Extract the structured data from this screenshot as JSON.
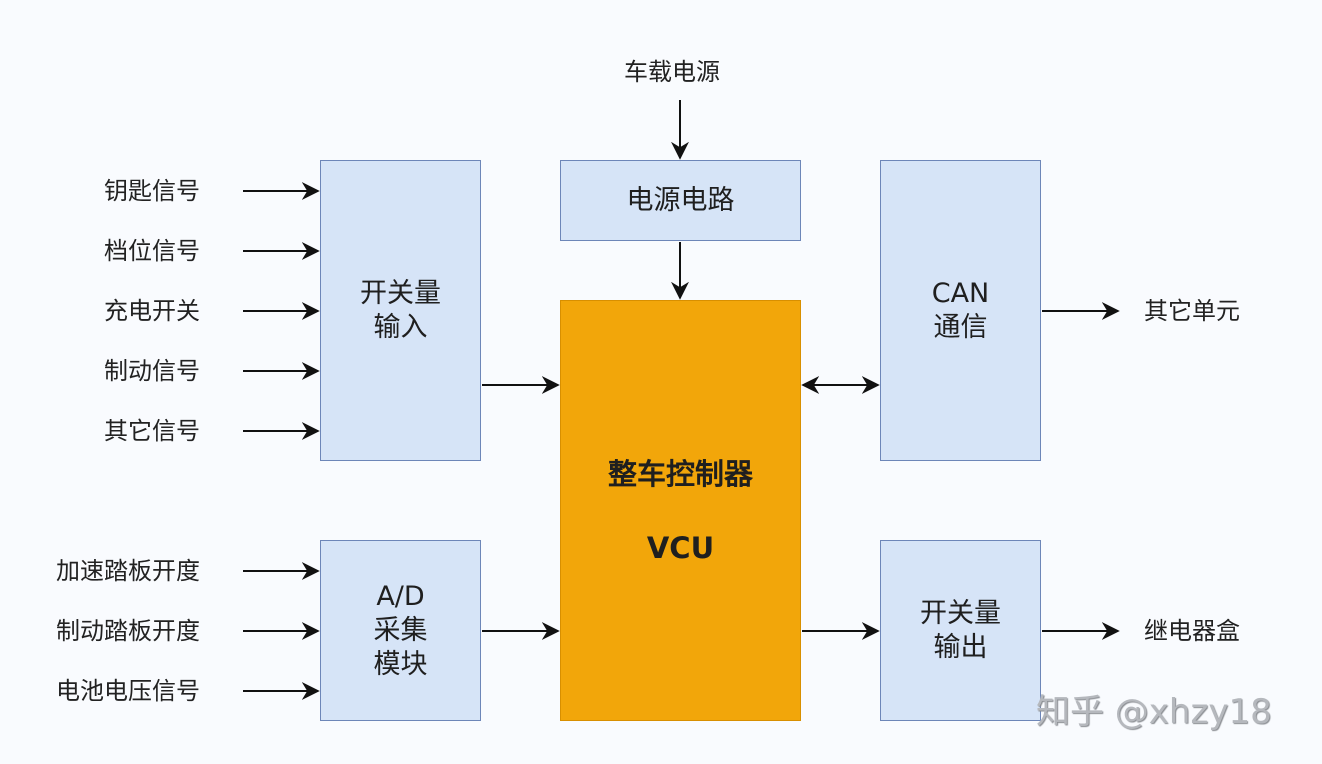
{
  "power_source_label": "车载电源",
  "blocks": {
    "power_circuit": "电源电路",
    "switch_input": [
      "开关量",
      "输入"
    ],
    "ad_module": [
      "A/D",
      "采集",
      "模块"
    ],
    "vcu": [
      "整车控制器",
      "VCU"
    ],
    "can": [
      "CAN",
      "通信"
    ],
    "switch_output": [
      "开关量",
      "输出"
    ]
  },
  "switch_inputs": [
    "钥匙信号",
    "档位信号",
    "充电开关",
    "制动信号",
    "其它信号"
  ],
  "analog_inputs": [
    "加速踏板开度",
    "制动踏板开度",
    "电池电压信号"
  ],
  "outputs": {
    "can_target": "其它单元",
    "relay_target": "继电器盒"
  },
  "colors": {
    "block_fill": "#d6e4f7",
    "block_border": "#6d86b8",
    "vcu_fill": "#f2a60a",
    "arrow": "#111111"
  },
  "watermark": "知乎 @xhzy18"
}
